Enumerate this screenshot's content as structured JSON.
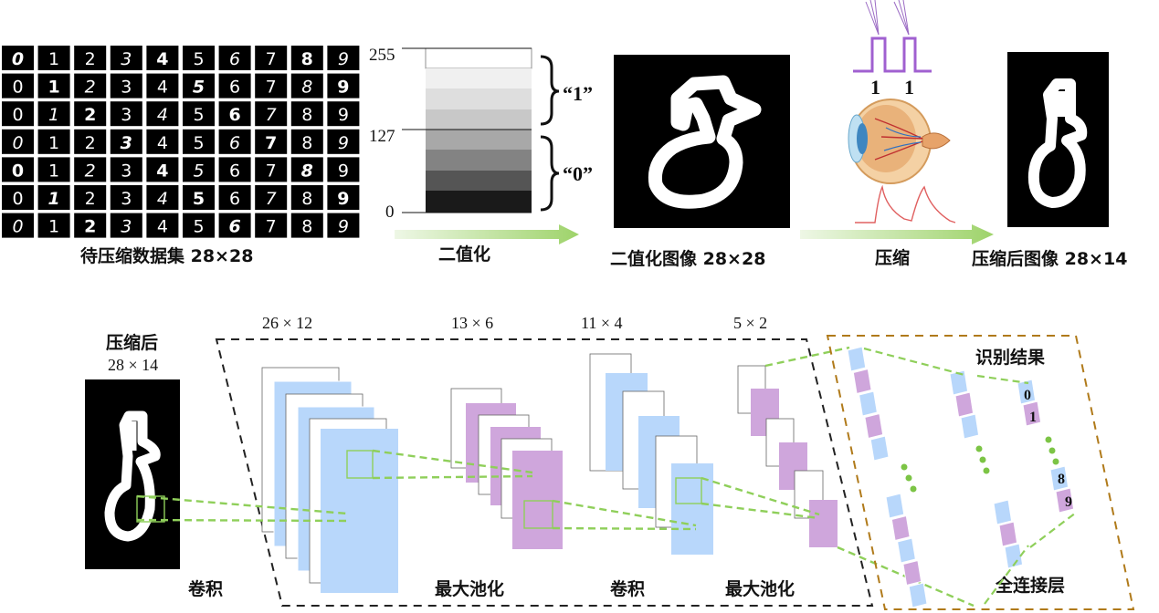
{
  "top": {
    "dataset_caption": "待压缩数据集 28×28",
    "binarize_label": "二值化",
    "binary_caption": "二值化图像 28×28",
    "compress_label": "压缩",
    "compressed_caption": "压缩后图像 28×14",
    "scale_ticks": [
      "255",
      "127",
      "0"
    ],
    "bracket_labels": [
      "“1”",
      "“0”"
    ],
    "spike_labels": [
      "1",
      "1"
    ],
    "digit_grid": [
      [
        "0",
        "1",
        "2",
        "3",
        "4",
        "5",
        "6",
        "7",
        "8",
        "9"
      ],
      [
        "0",
        "1",
        "2",
        "3",
        "4",
        "5",
        "6",
        "7",
        "8",
        "9"
      ],
      [
        "0",
        "1",
        "2",
        "3",
        "4",
        "5",
        "6",
        "7",
        "8",
        "9"
      ],
      [
        "0",
        "1",
        "2",
        "3",
        "4",
        "5",
        "6",
        "7",
        "8",
        "9"
      ],
      [
        "0",
        "1",
        "2",
        "3",
        "4",
        "5",
        "6",
        "7",
        "8",
        "9"
      ],
      [
        "0",
        "1",
        "2",
        "3",
        "4",
        "5",
        "6",
        "7",
        "8",
        "9"
      ],
      [
        "0",
        "1",
        "2",
        "3",
        "4",
        "5",
        "6",
        "7",
        "8",
        "9"
      ]
    ]
  },
  "bottom": {
    "input_label": "压缩后",
    "input_size": "28 × 14",
    "dims": [
      "26 × 12",
      "13 × 6",
      "11 × 4",
      "5 × 2"
    ],
    "layer_labels": [
      "卷积",
      "最大池化",
      "卷积",
      "最大池化"
    ],
    "result_label": "识别结果",
    "fc_label": "全连接层",
    "output_labels": [
      "0",
      "1",
      "8",
      "9"
    ]
  },
  "colors": {
    "blue": "#b8d7fb",
    "purple": "#cfa6dc",
    "green": "#8fcf5a",
    "dashed_box": "#222222",
    "fc_box": "#b07a1a"
  }
}
